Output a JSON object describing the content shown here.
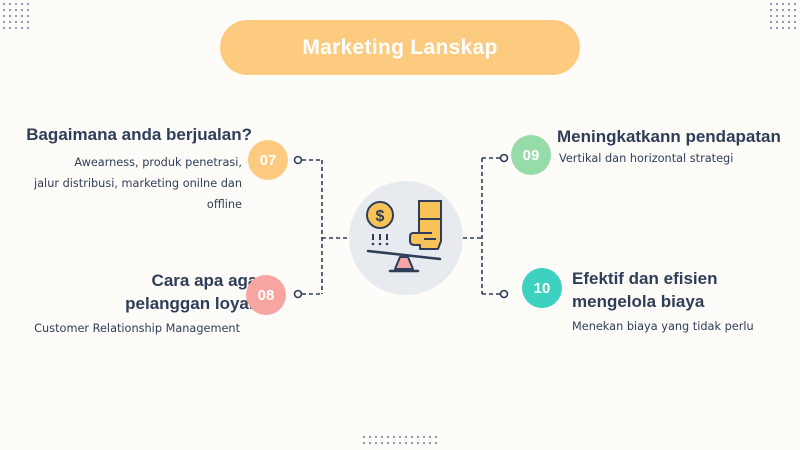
{
  "title": "Marketing Lanskap",
  "items": [
    {
      "number": "07",
      "heading": "Bagaimana anda berjualan?",
      "description": [
        "Awearness, produk penetrasi,",
        "jalur distribusi, marketing onilne dan",
        "offline"
      ],
      "color": "#fccb7f"
    },
    {
      "number": "08",
      "heading": [
        "Cara apa agar",
        "pelanggan loyal?"
      ],
      "description": "Customer Relationship Management",
      "color": "#f6a5a1"
    },
    {
      "number": "09",
      "heading": "Meningkatkann pendapatan",
      "description": "Vertikal dan horizontal strategi",
      "color": "#96dca8"
    },
    {
      "number": "10",
      "heading": [
        "Efektif dan efisien",
        "mengelola biaya"
      ],
      "description": "Menekan biaya yang tidak perlu",
      "color": "#3dd1c0"
    }
  ],
  "center_icon": "balance-scale-money-hand-icon",
  "colors": {
    "line": "#2f3d58",
    "circle_bg": "#e7eaef",
    "title_pill": "#fccb7f",
    "text": "#2f3d58"
  }
}
